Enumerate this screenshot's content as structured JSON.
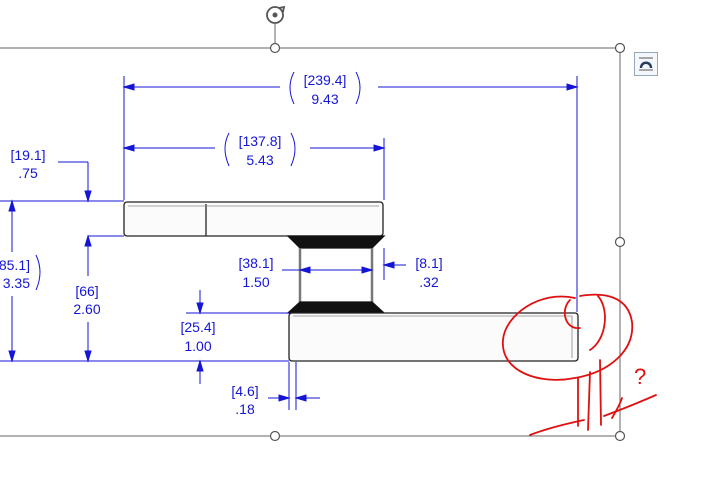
{
  "drawing": {
    "dims": {
      "overall_width": {
        "mm": "239.4",
        "inch": "9.43"
      },
      "top_bar_width": {
        "mm": "137.8",
        "inch": "5.43"
      },
      "left_thickness": {
        "mm": "19.1",
        "inch": ".75"
      },
      "left_height": {
        "mm": "85.1",
        "inch": "3.35"
      },
      "inner_height": {
        "mm": "66",
        "inch": "2.60"
      },
      "neck_width": {
        "mm": "38.1",
        "inch": "1.50"
      },
      "right_gap": {
        "mm": "8.1",
        "inch": ".32"
      },
      "base_thickness": {
        "mm": "25.4",
        "inch": "1.00"
      },
      "base_offset": {
        "mm": "4.6",
        "inch": ".18"
      }
    },
    "annotation_mark": "?"
  },
  "colors": {
    "dimension": "#1515d6",
    "markup": "#e01010",
    "outline": "#222222"
  },
  "icons": {
    "rotate": "rotate-icon",
    "layout": "layout-options-icon"
  }
}
